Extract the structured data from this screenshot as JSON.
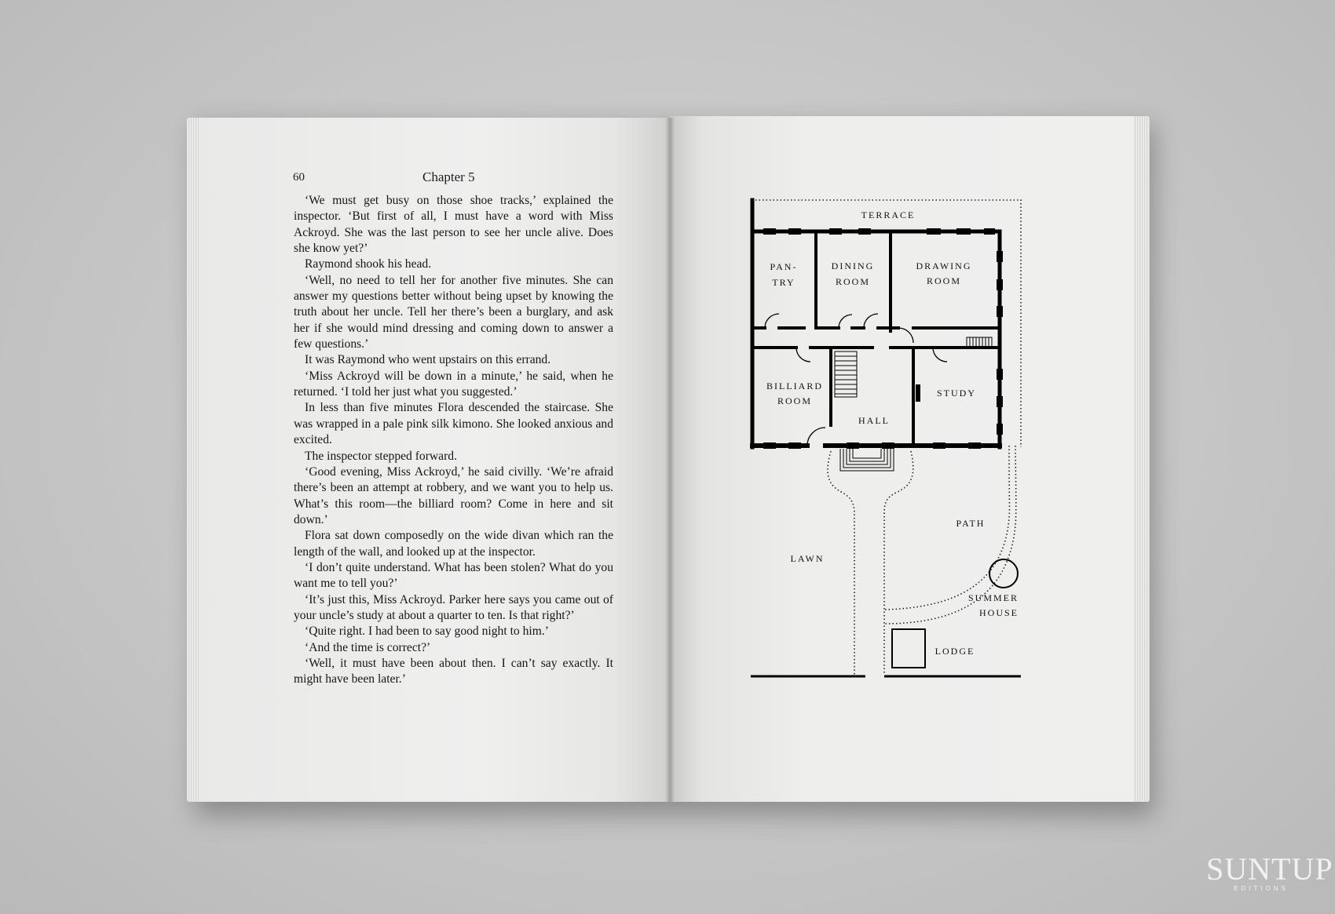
{
  "left_page": {
    "page_number": "60",
    "running_head": "Chapter 5",
    "paragraphs": [
      "‘We must get busy on those shoe tracks,’ explained the inspector. ‘But first of all, I must have a word with Miss Ackroyd. She was the last person to see her uncle alive. Does she know yet?’",
      "Raymond shook his head.",
      "‘Well, no need to tell her for another five minutes. She can answer my questions better without being upset by knowing the truth about her uncle. Tell her there’s been a burglary, and ask her if she would mind dressing and coming down to answer a few questions.’",
      "It was Raymond who went upstairs on this errand.",
      "‘Miss Ackroyd will be down in a minute,’ he said, when he returned. ‘I told her just what you suggested.’",
      "In less than five minutes Flora descended the staircase. She was wrapped in a pale pink silk kimono. She looked anxious and excited.",
      "The inspector stepped forward.",
      "‘Good evening, Miss Ackroyd,’ he said civilly. ‘We’re afraid there’s been an attempt at robbery, and we want you to help us. What’s this room—the billiard room? Come in here and sit down.’",
      "Flora sat down composedly on the wide divan which ran the length of the wall, and looked up at the inspector.",
      "‘I don’t quite understand. What has been stolen? What do you want me to tell you?’",
      "‘It’s just this, Miss Ackroyd. Parker here says you came out of your uncle’s study at about a quarter to ten. Is that right?’",
      "‘Quite right. I had been to say good night to him.’",
      "‘And the time is correct?’",
      "‘Well, it must have been about then. I can’t say exactly. It might have been later.’"
    ]
  },
  "floor_plan": {
    "terrace": "TERRACE",
    "pantry_1": "PAN-",
    "pantry_2": "TRY",
    "dining_1": "DINING",
    "dining_2": "ROOM",
    "drawing_1": "DRAWING",
    "drawing_2": "ROOM",
    "billiard_1": "BILLIARD",
    "billiard_2": "ROOM",
    "study": "STUDY",
    "hall": "HALL",
    "path": "PATH",
    "lawn": "LAWN",
    "summer_1": "SUMMER",
    "summer_2": "HOUSE",
    "lodge": "LODGE"
  },
  "watermark": {
    "name": "SUNTUP",
    "sub": "EDITIONS"
  }
}
